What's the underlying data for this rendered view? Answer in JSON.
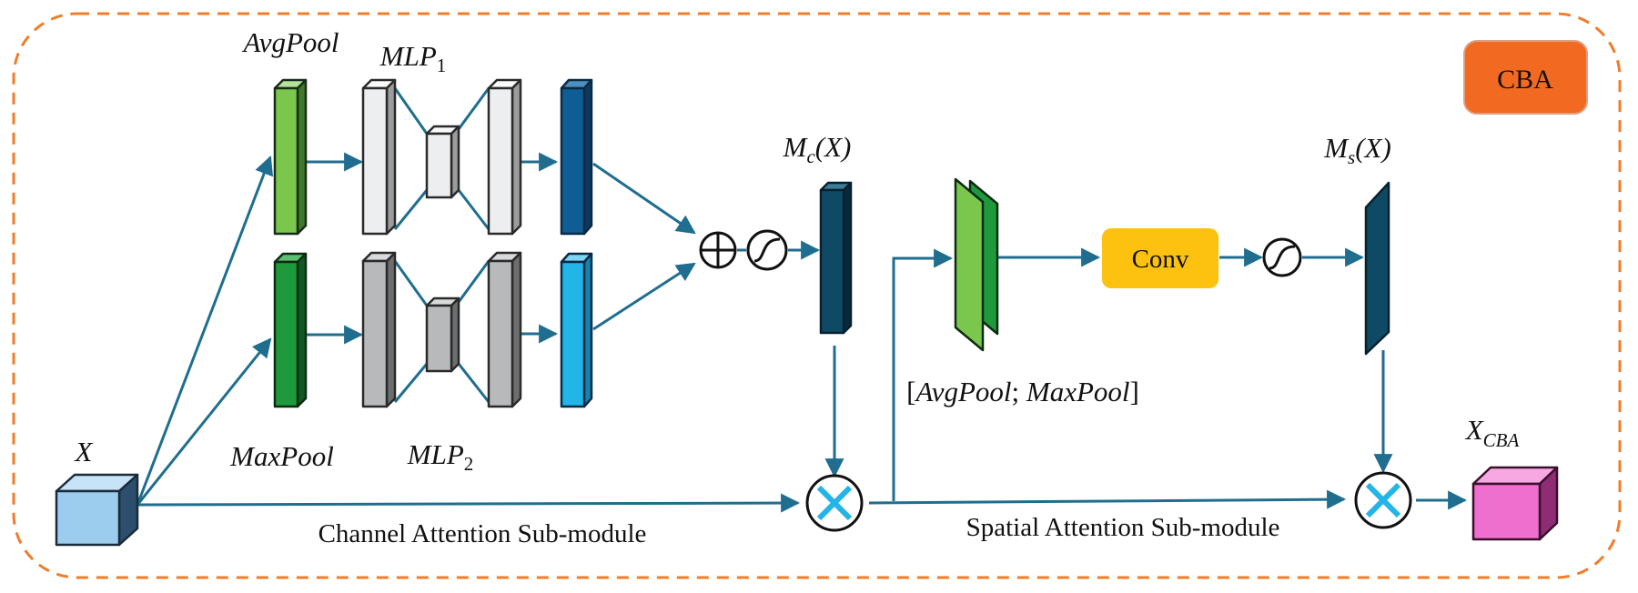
{
  "module_badge": "CBA",
  "labels": {
    "input_x": "X",
    "avgpool": "AvgPool",
    "maxpool": "MaxPool",
    "mlp_main": "MLP",
    "mlp1_sub": "1",
    "mlp2_sub": "2",
    "mc_m": "M",
    "mc_sub": "c",
    "mc_arg": "(X)",
    "ms_m": "M",
    "ms_sub": "s",
    "ms_arg": "(X)",
    "concat_open": "[",
    "concat_avg": "AvgPool",
    "concat_sep": "; ",
    "concat_max": "MaxPool",
    "concat_close": "]",
    "conv": "Conv",
    "output_x": "X",
    "output_sub": "CBA",
    "channel_module": "Channel Attention Sub-module",
    "spatial_module": "Spatial Attention Sub-module"
  },
  "colors": {
    "arrow": "#1f6e8f",
    "dash_border": "#f07d2a",
    "badge_fill": "#f26a21",
    "conv_fill": "#fdc20f",
    "avgpool_fill": "#7bc74d",
    "maxpool_fill": "#1e9a3d",
    "mlp1_fill": "#eceeef",
    "mlp2_fill": "#b7b9bb",
    "mlp_out1_fill": "#0f5d95",
    "mlp_out2_fill": "#22b5e8",
    "mc_fill": "#0e4a63",
    "ms_fill": "#0e4a63",
    "input_fill": "#9dcdee",
    "output_fill": "#ee6fcd",
    "multiply_cross": "#23b4e8"
  },
  "icons": {
    "add": "circle-plus-icon",
    "sigmoid": "sigmoid-icon",
    "multiply": "circle-times-icon"
  }
}
